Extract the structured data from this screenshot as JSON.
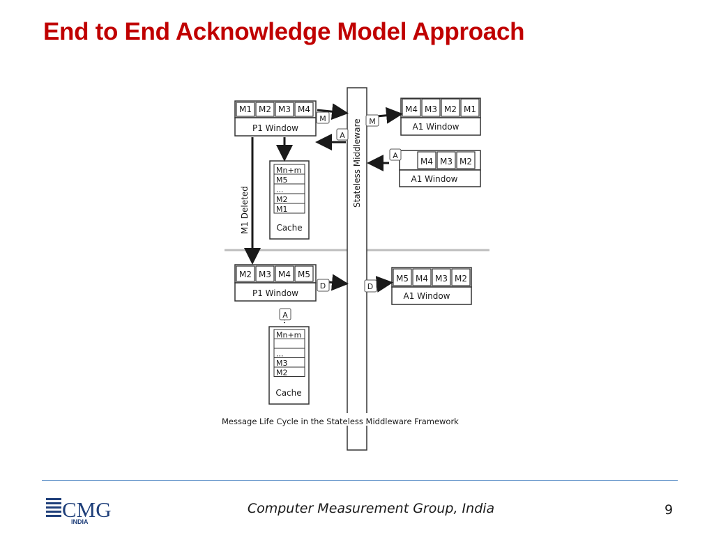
{
  "title": "End to End Acknowledge Model Approach",
  "diagram": {
    "top_p1_window": {
      "messages": [
        "M1",
        "M2",
        "M3",
        "M4"
      ],
      "label": "P1 Window"
    },
    "top_a1_window": {
      "messages": [
        "M4",
        "M3",
        "M2",
        "M1"
      ],
      "label": "A1 Window"
    },
    "second_a1_window": {
      "messages": [
        "M4",
        "M3",
        "M2"
      ],
      "label": "A1 Window"
    },
    "top_cache": {
      "items": [
        "Mn+m",
        "M5",
        "...",
        "M2",
        "M1"
      ],
      "label": "Cache"
    },
    "bottom_p1_window": {
      "messages": [
        "M2",
        "M3",
        "M4",
        "M5"
      ],
      "label": "P1 Window"
    },
    "bottom_a1_window": {
      "messages": [
        "M5",
        "M4",
        "M3",
        "M2"
      ],
      "label": "A1 Window"
    },
    "bottom_cache": {
      "items": [
        "Mn+m",
        "",
        "...",
        "M3",
        "M2"
      ],
      "label": "Cache"
    },
    "middleware_label": "Stateless Middleware",
    "deleted_label": "M1 Deleted",
    "tags": {
      "m1": "M",
      "m2": "M",
      "a1": "A",
      "a2": "A",
      "a3": "A",
      "d1": "D",
      "d2": "D"
    },
    "caption": "Message Life Cycle in the Stateless Middleware Framework"
  },
  "footer": {
    "text": "Computer Measurement Group, India",
    "page_number": "9",
    "logo_text": "CMG",
    "logo_subtext": "INDIA"
  },
  "colors": {
    "title": "#c00000",
    "footer_line": "#5b8fc7",
    "logo": "#1f3f7a"
  }
}
